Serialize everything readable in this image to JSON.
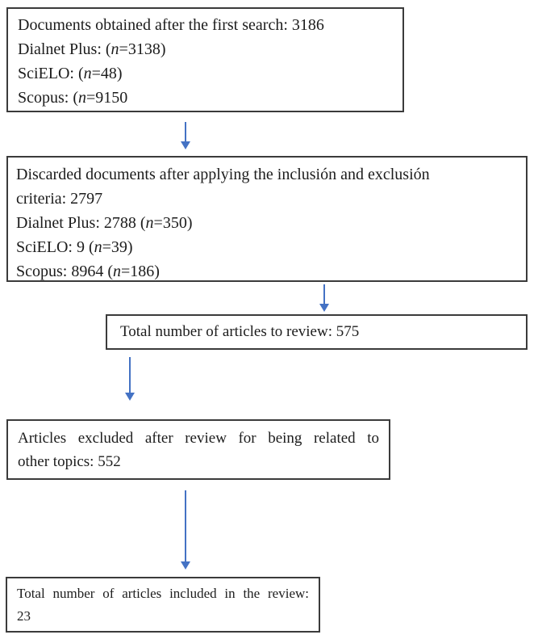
{
  "diagram": {
    "title": "Systematic review article selection flowchart",
    "colors": {
      "arrow": "#4472c4",
      "box_border": "#3b3b3b",
      "text": "#1c1c1c",
      "background": "#ffffff"
    },
    "boxes": [
      {
        "name": "documents-obtained",
        "lines": [
          {
            "pre": "Documents obtained after the first search: 3186"
          },
          {
            "pre": "Dialnet Plus: (",
            "it": "n",
            "post": "=3138)"
          },
          {
            "pre": "SciELO: (",
            "it": "n",
            "post": "=48)"
          },
          {
            "pre": "Scopus: (",
            "it": "n",
            "post": "=9150"
          }
        ]
      },
      {
        "name": "discarded-documents",
        "lines": [
          {
            "pre": "Discarded documents after applying the inclusión and exclusión"
          },
          {
            "pre": "criteria: 2797"
          },
          {
            "pre": "Dialnet Plus: 2788 (",
            "it": "n",
            "post": "=350)"
          },
          {
            "pre": "SciELO: 9 (",
            "it": "n",
            "post": "=39)"
          },
          {
            "pre": "Scopus: 8964 (",
            "it": "n",
            "post": "=186)"
          }
        ]
      },
      {
        "name": "articles-to-review",
        "lines": [
          {
            "pre": "Total number of articles to review: 575"
          }
        ]
      },
      {
        "name": "articles-excluded",
        "lines": [
          {
            "pre": "Articles excluded after review for being related to"
          },
          {
            "pre": "other topics: 552"
          }
        ]
      },
      {
        "name": "articles-included",
        "lines": [
          {
            "pre": "Total number of articles included in the review:"
          },
          {
            "pre": "23"
          }
        ]
      }
    ]
  }
}
